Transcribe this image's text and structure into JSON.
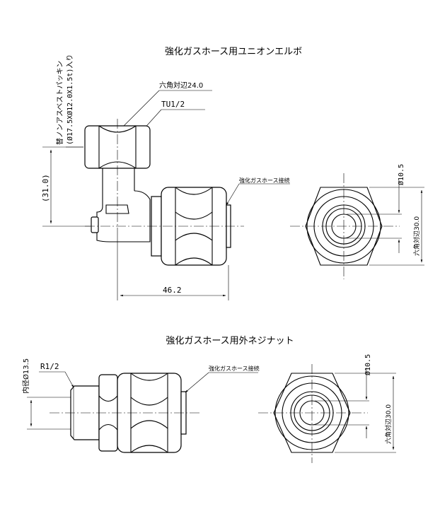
{
  "top": {
    "title": "強化ガスホース用ユニオンエルボ",
    "gasket_line1": "替ノンアスベストパッキン",
    "gasket_line2": "(Ø17.5XØ12.0X1.5t)入り",
    "hex_label": "六角対辺24.0",
    "thread_label": "TU1/2",
    "height_dim": "(31.0)",
    "length_dim": "46.2",
    "hose_label": "強化ガスホース接続",
    "dia_label": "Ø10.5",
    "hex_dim_label": "六角対辺30.0"
  },
  "bottom": {
    "title": "強化ガスホース用外ネジナット",
    "thread_label": "R1/2",
    "inner_dim_label": "内径Ø13.5",
    "hose_label": "強化ガスホース接続",
    "dia_label": "Ø10.5",
    "hex_dim_label": "六角対辺30.0"
  }
}
